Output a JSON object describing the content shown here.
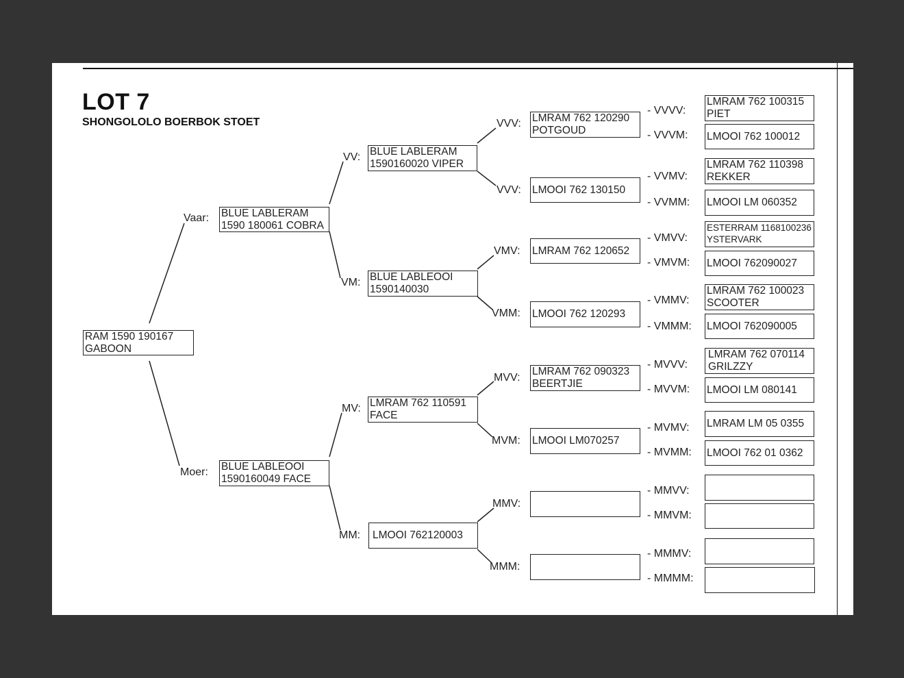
{
  "lot": {
    "title": "LOT 7",
    "subtitle": "SHONGOLOLO BOERBOK STOET"
  },
  "pedigree": {
    "animal": {
      "line1": "RAM 1590 190167",
      "line2": "GABOON"
    },
    "vaar": {
      "label": "Vaar:",
      "line1": "BLUE LABLERAM",
      "line2": "1590 180061 COBRA"
    },
    "moer": {
      "label": "Moer:",
      "line1": "BLUE LABLEOOI",
      "line2": "1590160049 FACE"
    },
    "vv": {
      "label": "VV:",
      "line1": "BLUE LABLERAM",
      "line2": "1590160020 VIPER"
    },
    "vm": {
      "label": "VM:",
      "line1": "BLUE LABLEOOI",
      "line2": "1590140030"
    },
    "mv": {
      "label": "MV:",
      "line1": "LMRAM 762 110591",
      "line2": "FACE"
    },
    "mm": {
      "label": "MM:",
      "line1": "LMOOI 762120003"
    },
    "vvv": {
      "label": "VVV:",
      "line1": "LMRAM 762 120290",
      "line2": "POTGOUD"
    },
    "vvm": {
      "label": "VVV:",
      "line1": "LMOOI 762 130150"
    },
    "vmv": {
      "label": "VMV:",
      "line1": "LMRAM 762 120652"
    },
    "vmm": {
      "label": "VMM:",
      "line1": "LMOOI 762 120293"
    },
    "mvv": {
      "label": "MVV:",
      "line1": "LMRAM 762 090323",
      "line2": "BEERTJIE"
    },
    "mvm": {
      "label": "MVM:",
      "line1": "LMOOI LM070257"
    },
    "mmv": {
      "label": "MMV:",
      "line1": ""
    },
    "mmm": {
      "label": "MMM:",
      "line1": ""
    },
    "vvvv": {
      "label": "- VVVV:",
      "line1": "LMRAM 762 100315",
      "line2": "PIET"
    },
    "vvvm": {
      "label": "- VVVM:",
      "line1": "LMOOI 762 100012"
    },
    "vvmv": {
      "label": "- VVMV:",
      "line1": "LMRAM 762 110398",
      "line2": "REKKER"
    },
    "vvmm": {
      "label": "- VVMM:",
      "line1": "LMOOI LM 060352"
    },
    "vmvv": {
      "label": "- VMVV:",
      "line1": "ESTERRAM 1168100236",
      "line2": "YSTERVARK"
    },
    "vmvm": {
      "label": "- VMVM:",
      "line1": "LMOOI 762090027"
    },
    "vmmv": {
      "label": "- VMMV:",
      "line1": "LMRAM 762 100023",
      "line2": "SCOOTER"
    },
    "vmmm": {
      "label": "- VMMM:",
      "line1": "LMOOI 762090005"
    },
    "mvvv": {
      "label": "- MVVV:",
      "line1": "LMRAM 762 070114",
      "line2": "GRILZZY"
    },
    "mvvm": {
      "label": "- MVVM:",
      "line1": "LMOOI LM 080141"
    },
    "mvmv": {
      "label": "- MVMV:",
      "line1": "LMRAM LM 05 0355"
    },
    "mvmm": {
      "label": "- MVMM:",
      "line1": "LMOOI 762 01 0362"
    },
    "mmvv": {
      "label": "- MMVV:",
      "line1": ""
    },
    "mmvm": {
      "label": "- MMVM:",
      "line1": ""
    },
    "mmmv": {
      "label": "- MMMV:",
      "line1": ""
    },
    "mmmm": {
      "label": "- MMMM:",
      "line1": ""
    }
  }
}
